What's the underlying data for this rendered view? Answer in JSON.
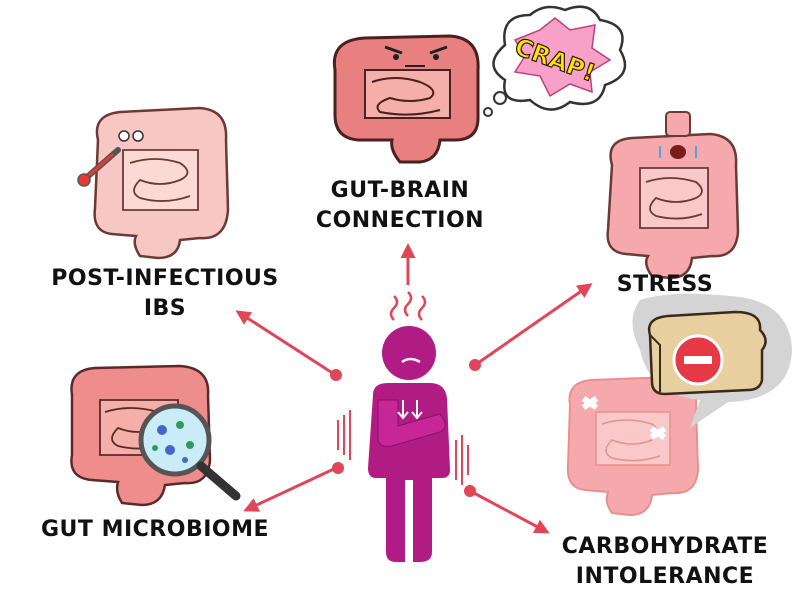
{
  "colors": {
    "arrow": "#e04658",
    "person": "#b11b84",
    "gut_fill": "#ef8c8c",
    "gut_stroke": "#5a2a2a",
    "gut_light": "#f7c5c0",
    "speech_bubble": "#d4d4d4",
    "crap_text": "#ffe400"
  },
  "labels": {
    "gut_brain": [
      "GUT-BRAIN",
      "CONNECTION"
    ],
    "post_infectious": [
      "POST-INFECTIOUS",
      "IBS"
    ],
    "stress": "STRESS",
    "gut_microbiome": "GUT MICROBIOME",
    "carbohydrate": [
      "CARBOHYDRATE",
      "INTOLERANCE"
    ]
  },
  "thought_bubble_text": "CRAP!",
  "icons": [
    "person-with-stomach-ache-icon",
    "thermometer-icon",
    "magnifying-glass-icon",
    "bread-loaf-icon",
    "no-entry-icon",
    "steam-lines-icon"
  ]
}
